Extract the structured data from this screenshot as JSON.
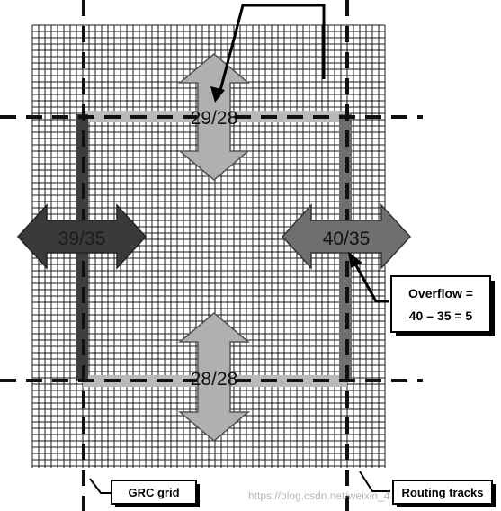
{
  "diagram": {
    "arrows": {
      "top": "29/28",
      "bottom": "28/28",
      "left": "39/35",
      "right": "40/35"
    },
    "overflow_box": {
      "line1": "Overflow =",
      "line2": "40 – 35 = 5"
    },
    "grc_label": "GRC grid",
    "routing_label": "Routing tracks",
    "watermark": "https://blog.csdn.net/weixin_4"
  },
  "colors": {
    "grid_line": "#1a1a1a",
    "vertical_arrow": "#b0b0b0",
    "left_arrow": "#3a3a3a",
    "right_arrow": "#6f6f6f",
    "horizontal_bar": "#b9b9b9",
    "vertical_bar_left": "#3d3d3d",
    "vertical_bar_right": "#6e6e6e",
    "dashed_line": "#111111"
  }
}
